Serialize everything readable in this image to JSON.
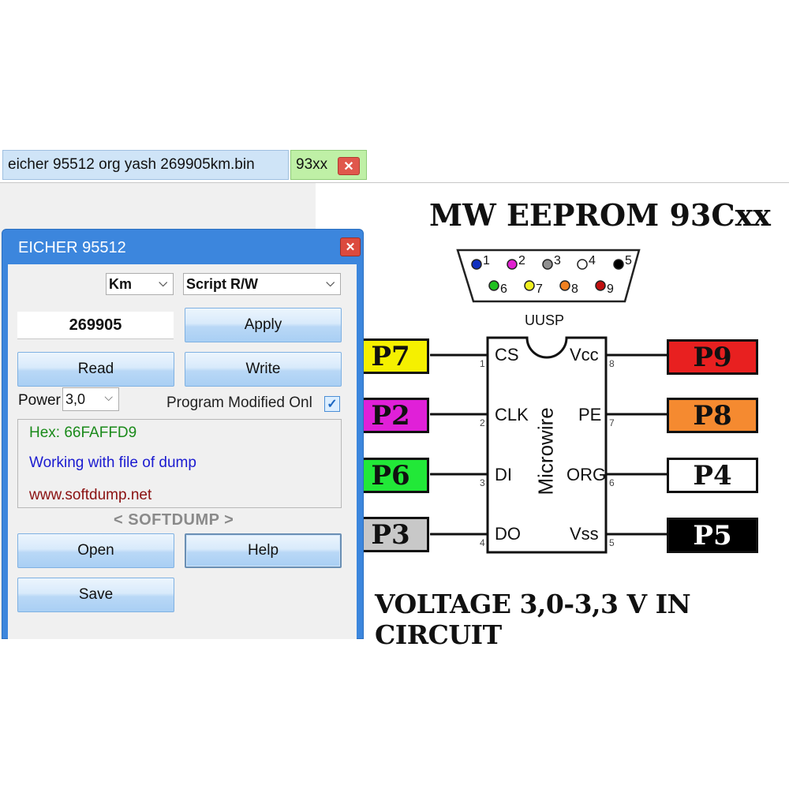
{
  "tabs": [
    {
      "label": "eicher 95512 org yash 269905km.bin"
    },
    {
      "label": "93xx"
    }
  ],
  "dialog": {
    "title": "EICHER 95512",
    "unit_select": "Km",
    "mode_select": "Script R/W",
    "value": "269905",
    "buttons": {
      "apply": "Apply",
      "read": "Read",
      "write": "Write",
      "open": "Open",
      "help": "Help",
      "save": "Save"
    },
    "power_label": "Power",
    "power_value": "3,0",
    "program_modified_label": "Program Modified Onl",
    "program_modified_checked": true,
    "info": {
      "hex": "Hex: 66FAFFD9",
      "status": "Working with file of dump",
      "website": "www.softdump.net"
    },
    "brand": "< SOFTDUMP >"
  },
  "diagram": {
    "title": "MW EEPROM 93Cxx",
    "connector_label": "UUSP",
    "connector_pins": [
      {
        "num": "1",
        "color": "#1030c0"
      },
      {
        "num": "2",
        "color": "#e020d0"
      },
      {
        "num": "3",
        "color": "#909090"
      },
      {
        "num": "4",
        "color": "#ffffff"
      },
      {
        "num": "5",
        "color": "#000000"
      },
      {
        "num": "6",
        "color": "#20c020"
      },
      {
        "num": "7",
        "color": "#f0f020"
      },
      {
        "num": "8",
        "color": "#f08020"
      },
      {
        "num": "9",
        "color": "#c01010"
      }
    ],
    "chip_name": "Microwire",
    "left_pins": [
      {
        "num": "1",
        "name": "CS",
        "probe": "P7",
        "color": "#f5f000"
      },
      {
        "num": "2",
        "name": "CLK",
        "probe": "P2",
        "color": "#e020d8"
      },
      {
        "num": "3",
        "name": "DI",
        "probe": "P6",
        "color": "#22e838"
      },
      {
        "num": "4",
        "name": "DO",
        "probe": "P3",
        "color": "#c8c8c8"
      }
    ],
    "right_pins": [
      {
        "num": "8",
        "name": "Vcc",
        "probe": "P9",
        "color": "#e82020",
        "text_color": "#111111"
      },
      {
        "num": "7",
        "name": "PE",
        "probe": "P8",
        "color": "#f58a30",
        "text_color": "#111111"
      },
      {
        "num": "6",
        "name": "ORG",
        "probe": "P4",
        "color": "#ffffff",
        "text_color": "#111111"
      },
      {
        "num": "5",
        "name": "Vss",
        "probe": "P5",
        "color": "#000000",
        "text_color": "#ffffff"
      }
    ],
    "voltage_note": "VOLTAGE 3,0-3,3 V IN CIRCUIT"
  }
}
